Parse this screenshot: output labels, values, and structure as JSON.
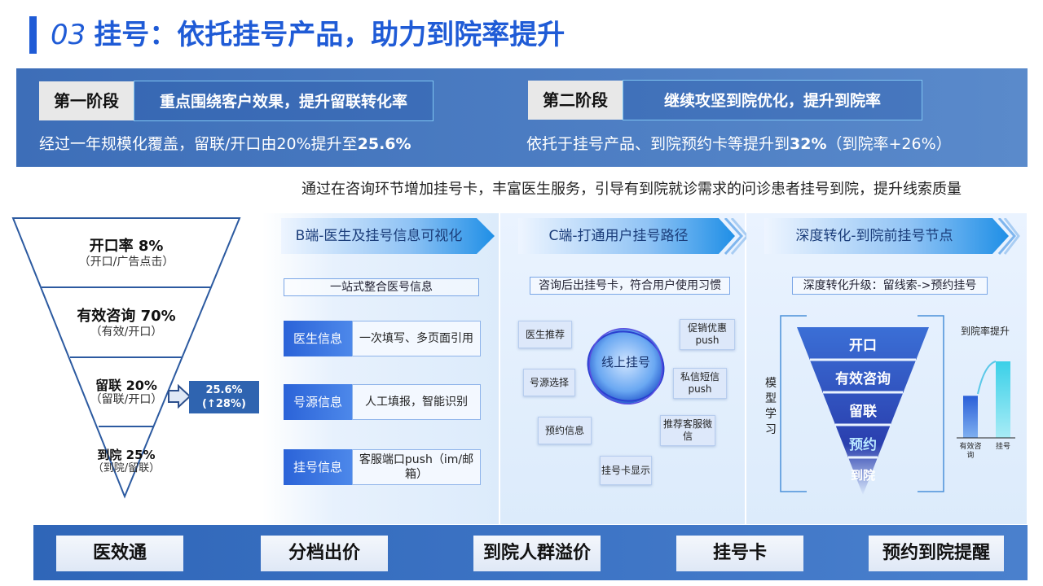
{
  "header": {
    "number": "03",
    "title": "挂号：依托挂号产品，助力到院率提升"
  },
  "stage1": {
    "tag": "第一阶段",
    "desc": "重点围绕客户效果，提升留联转化率",
    "text_prefix": "经过一年规模化覆盖，留联/开口由20%提升至",
    "text_bold": "25.6%"
  },
  "stage2": {
    "tag": "第二阶段",
    "desc": "继续攻坚到院优化，提升到院率",
    "text_prefix": "依托于挂号产品、到院预约卡等提升到",
    "text_bold": "32%",
    "text_suffix": "（到院率+26%）"
  },
  "subtitle": "通过在咨询环节增加挂号卡，丰富医生服务，引导有到院就诊需求的问诊患者挂号到院，提升线索质量",
  "funnel": [
    {
      "big": "开口率 8%",
      "small": "（开口/广告点击）"
    },
    {
      "big": "有效咨询 70%",
      "small": "（有效/开口）"
    },
    {
      "big": "留联 20%",
      "small": "（留联/开口）"
    },
    {
      "big": "到院 25%",
      "small": "（到院/留联）"
    }
  ],
  "funnel_side": {
    "line1": "25.6%",
    "line2": "(↑28%)"
  },
  "panelB": {
    "head": "B端-医生及挂号信息可视化",
    "info": "一站式整合医号信息",
    "rows": [
      {
        "left": "医生信息",
        "right": "一次填写、多页面引用"
      },
      {
        "left": "号源信息",
        "right": "人工填报，智能识别"
      },
      {
        "left": "挂号信息",
        "right": "客服端口push（im/邮箱）"
      }
    ]
  },
  "panelC": {
    "head": "C端-打通用户挂号路径",
    "info": "咨询后出挂号卡，符合用户使用习惯",
    "center": "线上挂号",
    "chips": {
      "doctor": "医生推荐",
      "promo": "促销优惠push",
      "source": "号源选择",
      "sms": "私信短信push",
      "booking": "预约信息",
      "service": "推荐客服微信",
      "card": "挂号卡显示"
    }
  },
  "panelD": {
    "head": "深度转化-到院前挂号节点",
    "info": "深度转化升级：留线索->预约挂号",
    "side_label": "模型学习",
    "levels": [
      "开口",
      "有效咨询",
      "留联",
      "预约",
      "到院"
    ],
    "bar_title": "到院率提升",
    "bar_labels": [
      "有效咨询",
      "挂号"
    ],
    "bar_values": [
      0.55,
      1.0
    ]
  },
  "bottom": [
    "医效通",
    "分档出价",
    "到院人群溢价",
    "挂号卡",
    "预约到院提醒"
  ],
  "colors": {
    "accent": "#1f5bd6",
    "band": "#4b7cc2",
    "funnel_stroke": "#2c5aa0"
  }
}
